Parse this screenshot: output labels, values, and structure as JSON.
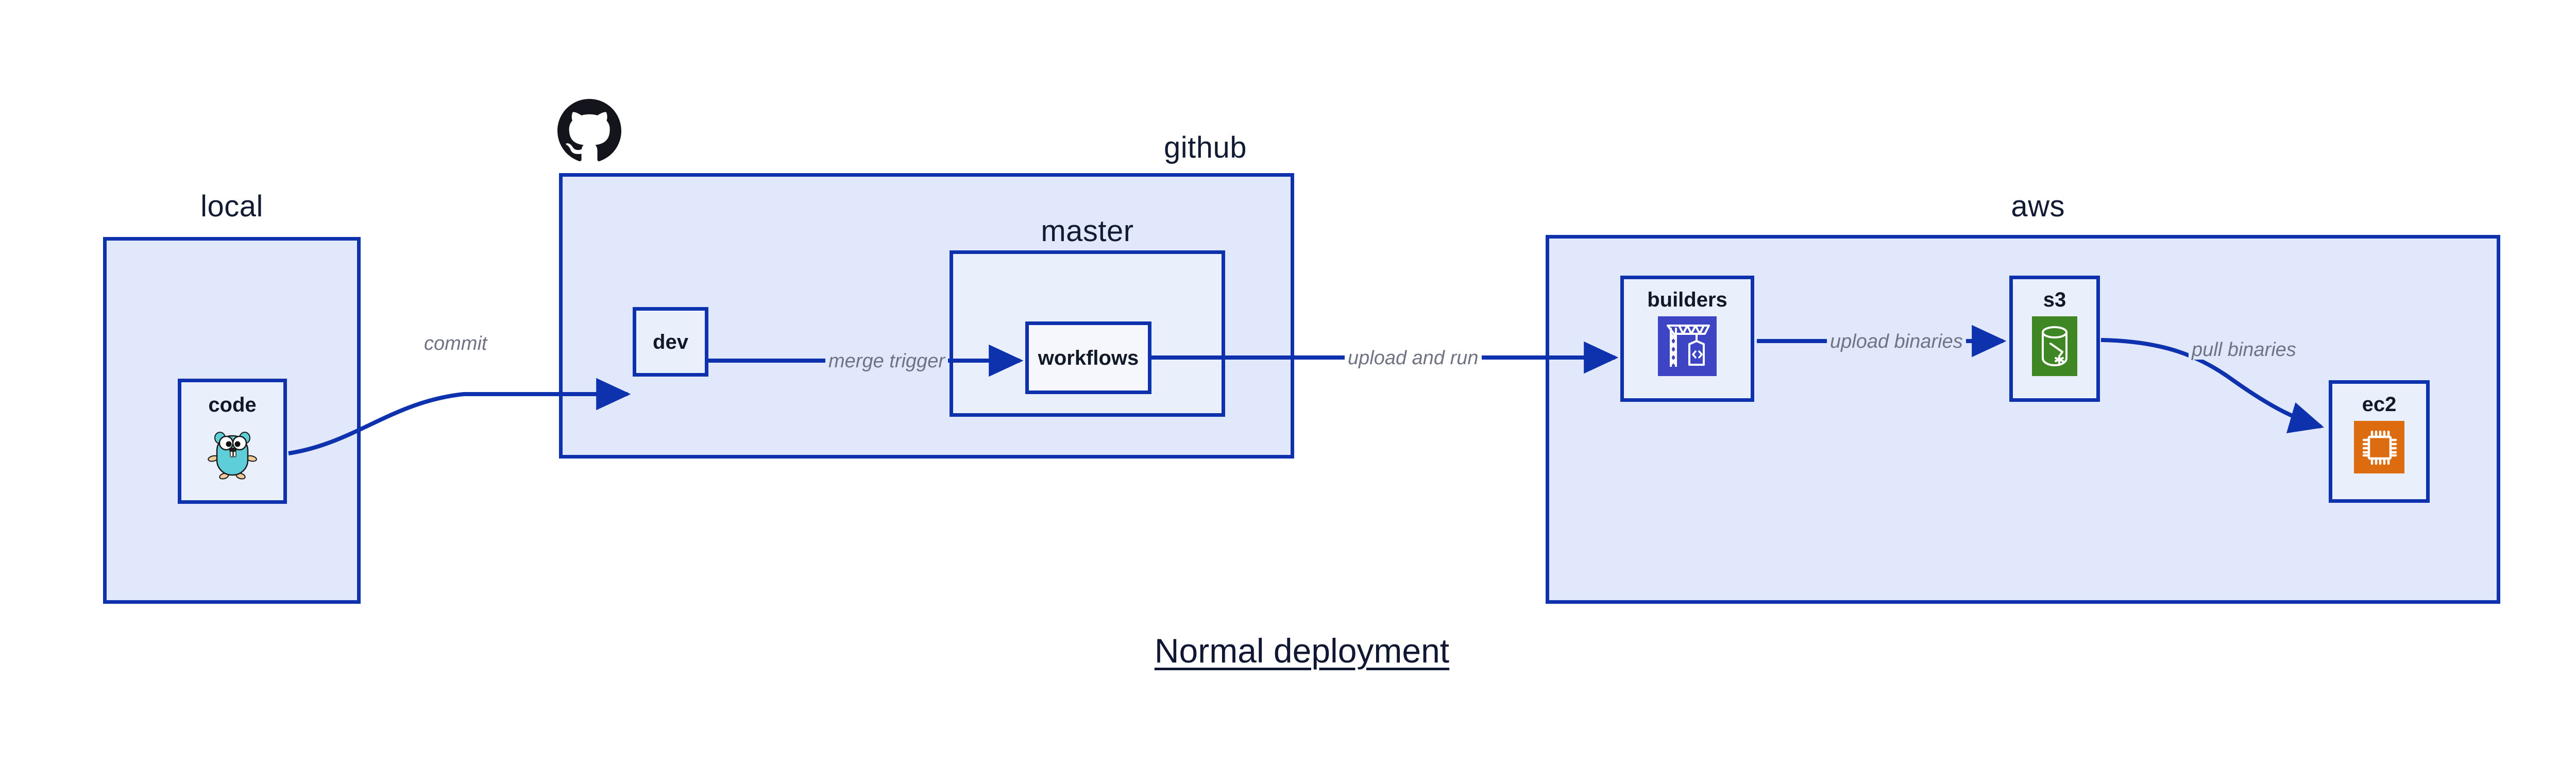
{
  "title": "Normal deployment",
  "colors": {
    "group_border": "#0e31ae",
    "group_fill": "#e2e8fb",
    "node_fill": "#eaeffc",
    "arrow": "#0e31ae",
    "label_text": "#6f7383",
    "title_text": "#101732",
    "codebuild_blue": "#3d45c4",
    "s3_green": "#3f8624",
    "ec2_orange": "#dd6b10",
    "gopher_teal": "#5ecfd8"
  },
  "groups": [
    {
      "id": "local",
      "label": "local",
      "label_align": "center"
    },
    {
      "id": "github",
      "label": "github",
      "label_align": "right"
    },
    {
      "id": "master",
      "label": "master",
      "label_align": "center"
    },
    {
      "id": "aws",
      "label": "aws",
      "label_align": "right"
    }
  ],
  "nodes": [
    {
      "id": "code",
      "label": "code",
      "icon": "go-gopher-icon"
    },
    {
      "id": "dev",
      "label": "dev",
      "icon": null
    },
    {
      "id": "workflows",
      "label": "workflows",
      "icon": null
    },
    {
      "id": "builders",
      "label": "builders",
      "icon": "aws-codebuild-icon"
    },
    {
      "id": "s3",
      "label": "s3",
      "icon": "aws-s3-bucket-icon"
    },
    {
      "id": "ec2",
      "label": "ec2",
      "icon": "aws-ec2-chip-icon"
    }
  ],
  "edges": [
    {
      "id": "commit",
      "label": "commit",
      "from": "code",
      "to": "dev"
    },
    {
      "id": "merge-trigger",
      "label": "merge trigger",
      "from": "dev",
      "to": "workflows"
    },
    {
      "id": "upload-and-run",
      "label": "upload and run",
      "from": "workflows",
      "to": "builders"
    },
    {
      "id": "upload-binaries",
      "label": "upload binaries",
      "from": "builders",
      "to": "s3"
    },
    {
      "id": "pull-binaries",
      "label": "pull binaries",
      "from": "s3",
      "to": "ec2"
    }
  ],
  "logos": [
    {
      "id": "github-logo",
      "name": "github-octocat-logo"
    }
  ]
}
